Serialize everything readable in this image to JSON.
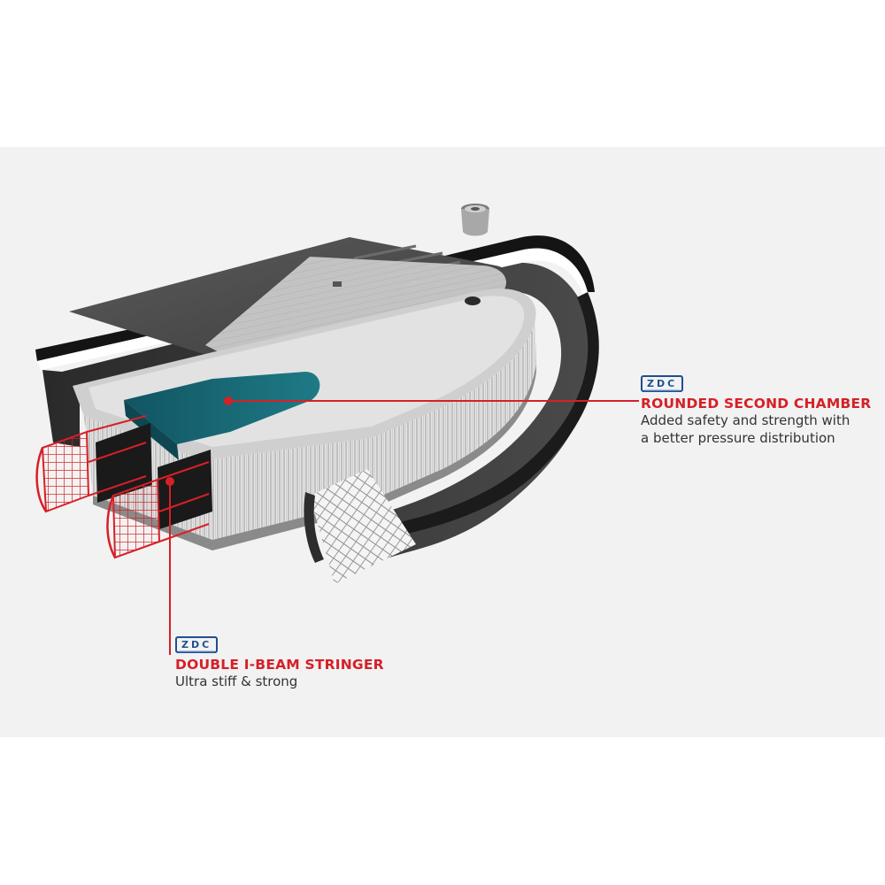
{
  "colors": {
    "background": "#f2f2f2",
    "accent_red": "#d62027",
    "chamber_teal": "#1a6a75",
    "logo_blue": "#1f4f8f",
    "board_dark": "#333333"
  },
  "callouts": [
    {
      "logo": "ZDC",
      "title": "ROUNDED SECOND CHAMBER",
      "description_lines": [
        "Added safety and strength with",
        "a better pressure distribution"
      ]
    },
    {
      "logo": "ZDC",
      "title": "DOUBLE I-BEAM STRINGER",
      "description_lines": [
        "Ultra stiff & strong"
      ]
    }
  ]
}
